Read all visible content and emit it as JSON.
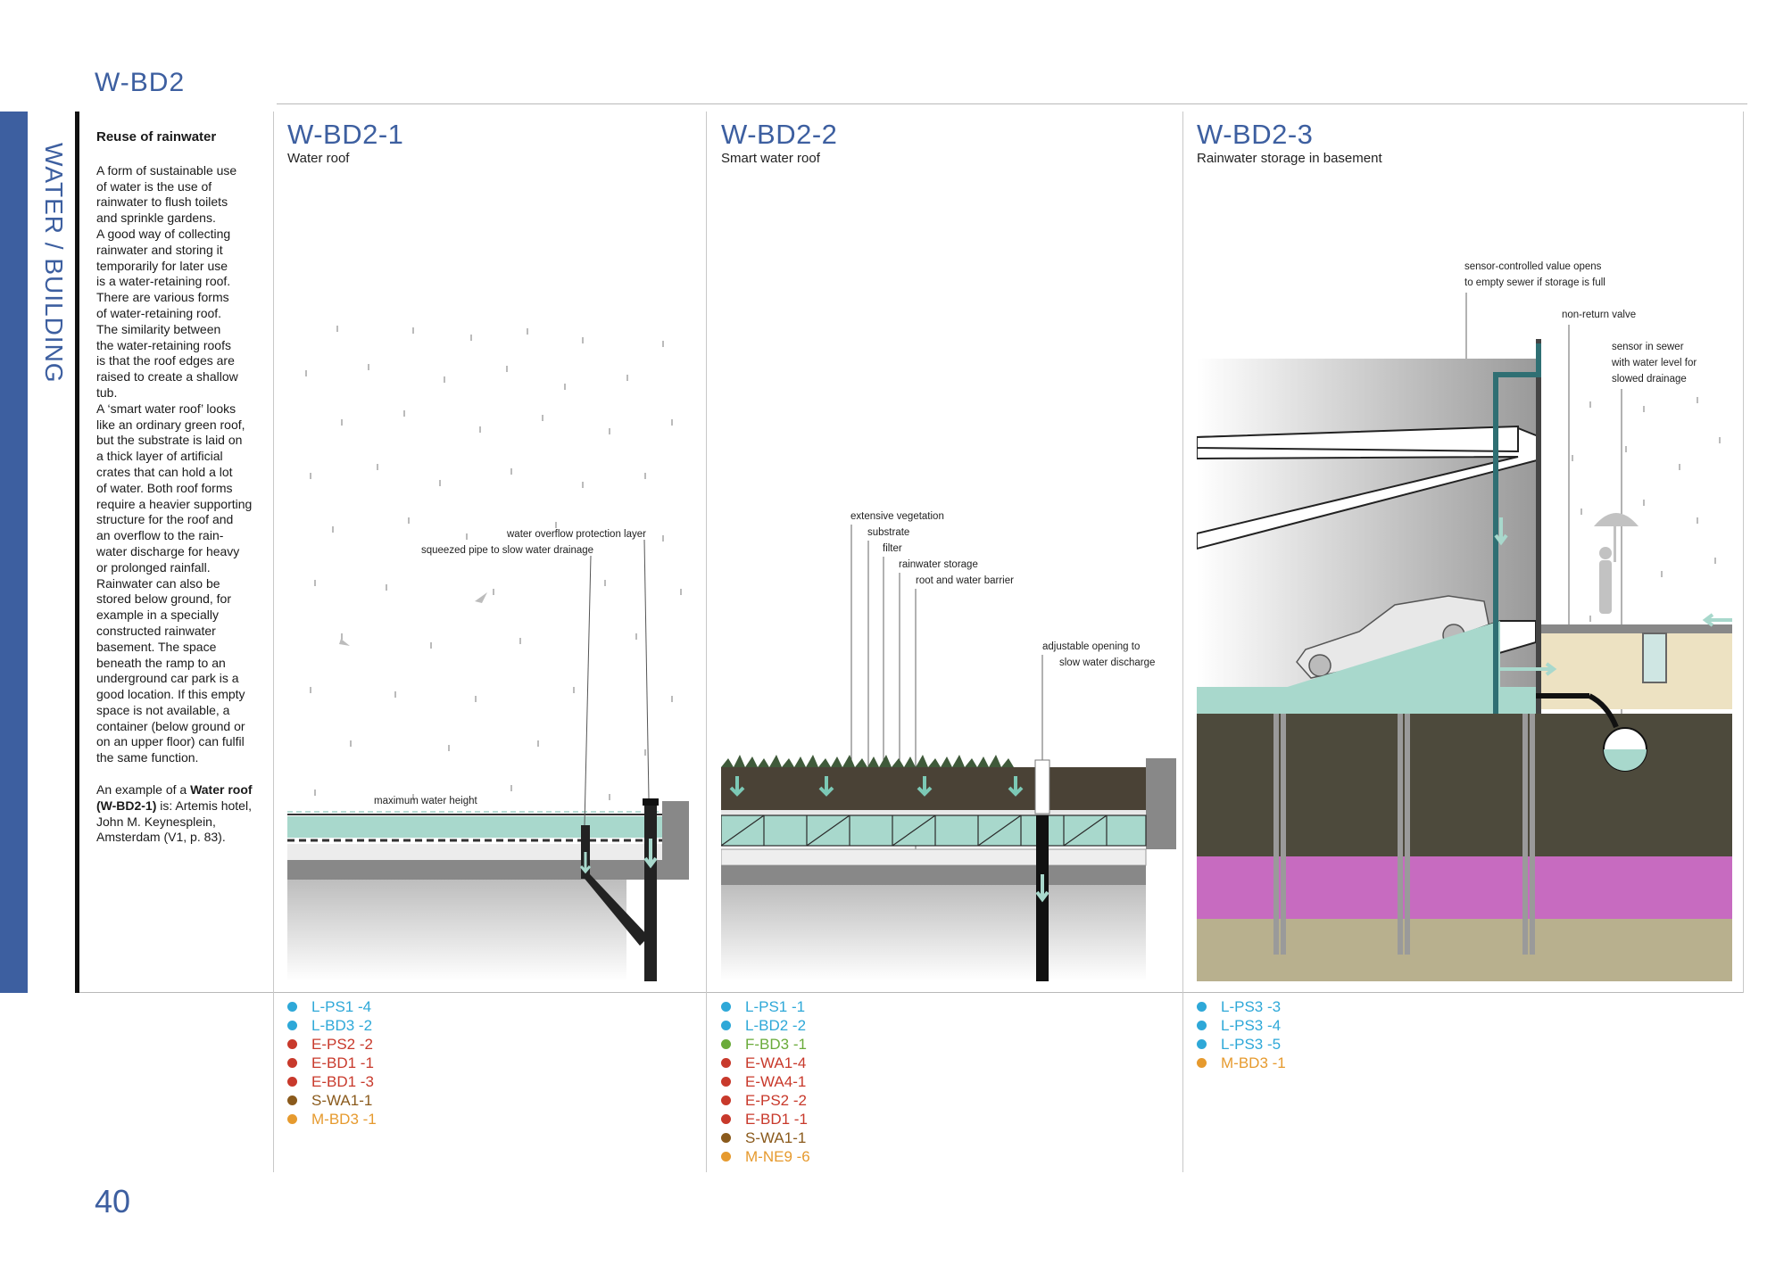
{
  "section_code": "W-BD2",
  "side_label": "WATER / BUILDING",
  "page_number": "40",
  "intro": {
    "title": "Reuse of rainwater",
    "body": "A form of sustainable use\nof water is the use of\nrainwater to flush toilets\nand sprinkle gardens.\nA good way of collecting\nrainwater and storing it\ntemporarily for later use\nis a water-retaining roof.\nThere are various forms\nof water-retaining roof.\nThe similarity between\nthe water-retaining roofs\nis that the roof edges are\nraised to create a shallow\ntub.\nA ‘smart water roof’ looks\nlike an ordinary green roof,\nbut the substrate is laid on\na thick layer of artificial\ncrates that can hold a lot\nof water. Both roof forms\nrequire a heavier supporting\nstructure for the roof and\nan overflow to the rain-\nwater discharge for heavy\nor prolonged rainfall.\nRainwater can also be\nstored below ground, for\nexample in a specially\nconstructed rainwater\nbasement. The space\nbeneath the ramp to an\nunderground car park is a\ngood location. If this empty\nspace is not available, a\ncontainer (below ground or\non an upper floor) can fulfil\nthe same function.",
    "example_prefix": "An example of a ",
    "example_bold": "Water roof (W-BD2-1)",
    "example_suffix": " is: Artemis hotel, John M. Keynesplein, Amsterdam (V1, p. 83)."
  },
  "colors": {
    "accent": "#3d5fa0",
    "L": "#2ea8d8",
    "E": "#c8392b",
    "S": "#8a5a1c",
    "M": "#e69a2e",
    "F": "#6aab3a",
    "water": "#a8d8cc"
  },
  "panels": [
    {
      "title": "W-BD2-1",
      "subtitle": "Water roof",
      "annotations": [
        "water overflow protection layer",
        "squeezed pipe to slow water drainage",
        "maximum water height"
      ],
      "refs": [
        {
          "letter": "L",
          "code": "-PS1 -4",
          "color": "#2ea8d8"
        },
        {
          "letter": "L",
          "code": "-BD3 -2",
          "color": "#2ea8d8"
        },
        {
          "letter": "E",
          "code": "-PS2 -2",
          "color": "#c8392b"
        },
        {
          "letter": "E",
          "code": "-BD1 -1",
          "color": "#c8392b"
        },
        {
          "letter": "E",
          "code": "-BD1 -3",
          "color": "#c8392b"
        },
        {
          "letter": "S",
          "code": "-WA1-1",
          "color": "#8a5a1c"
        },
        {
          "letter": "M",
          "code": "-BD3 -1",
          "color": "#e69a2e"
        }
      ]
    },
    {
      "title": "W-BD2-2",
      "subtitle": "Smart water roof",
      "annotations": [
        "extensive vegetation",
        "substrate",
        "filter",
        "rainwater storage",
        "root and water barrier",
        "adjustable opening to",
        "slow water discharge"
      ],
      "refs": [
        {
          "letter": "L",
          "code": "-PS1 -1",
          "color": "#2ea8d8"
        },
        {
          "letter": "L",
          "code": "-BD2 -2",
          "color": "#2ea8d8"
        },
        {
          "letter": "F",
          "code": "-BD3 -1",
          "color": "#6aab3a"
        },
        {
          "letter": "E",
          "code": "-WA1-4",
          "color": "#c8392b"
        },
        {
          "letter": "E",
          "code": "-WA4-1",
          "color": "#c8392b"
        },
        {
          "letter": "E",
          "code": "-PS2 -2",
          "color": "#c8392b"
        },
        {
          "letter": "E",
          "code": "-BD1 -1",
          "color": "#c8392b"
        },
        {
          "letter": "S",
          "code": "-WA1-1",
          "color": "#8a5a1c"
        },
        {
          "letter": "M",
          "code": "-NE9 -6",
          "color": "#e69a2e"
        }
      ]
    },
    {
      "title": "W-BD2-3",
      "subtitle": "Rainwater storage in basement",
      "annotations": [
        "sensor-controlled value opens",
        "to empty sewer if storage is full",
        "non-return valve",
        "sensor in sewer",
        "with water level for",
        "slowed drainage"
      ],
      "refs": [
        {
          "letter": "L",
          "code": "-PS3 -3",
          "color": "#2ea8d8"
        },
        {
          "letter": "L",
          "code": "-PS3 -4",
          "color": "#2ea8d8"
        },
        {
          "letter": "L",
          "code": "-PS3 -5",
          "color": "#2ea8d8"
        },
        {
          "letter": "M",
          "code": "-BD3 -1",
          "color": "#e69a2e"
        }
      ]
    }
  ]
}
